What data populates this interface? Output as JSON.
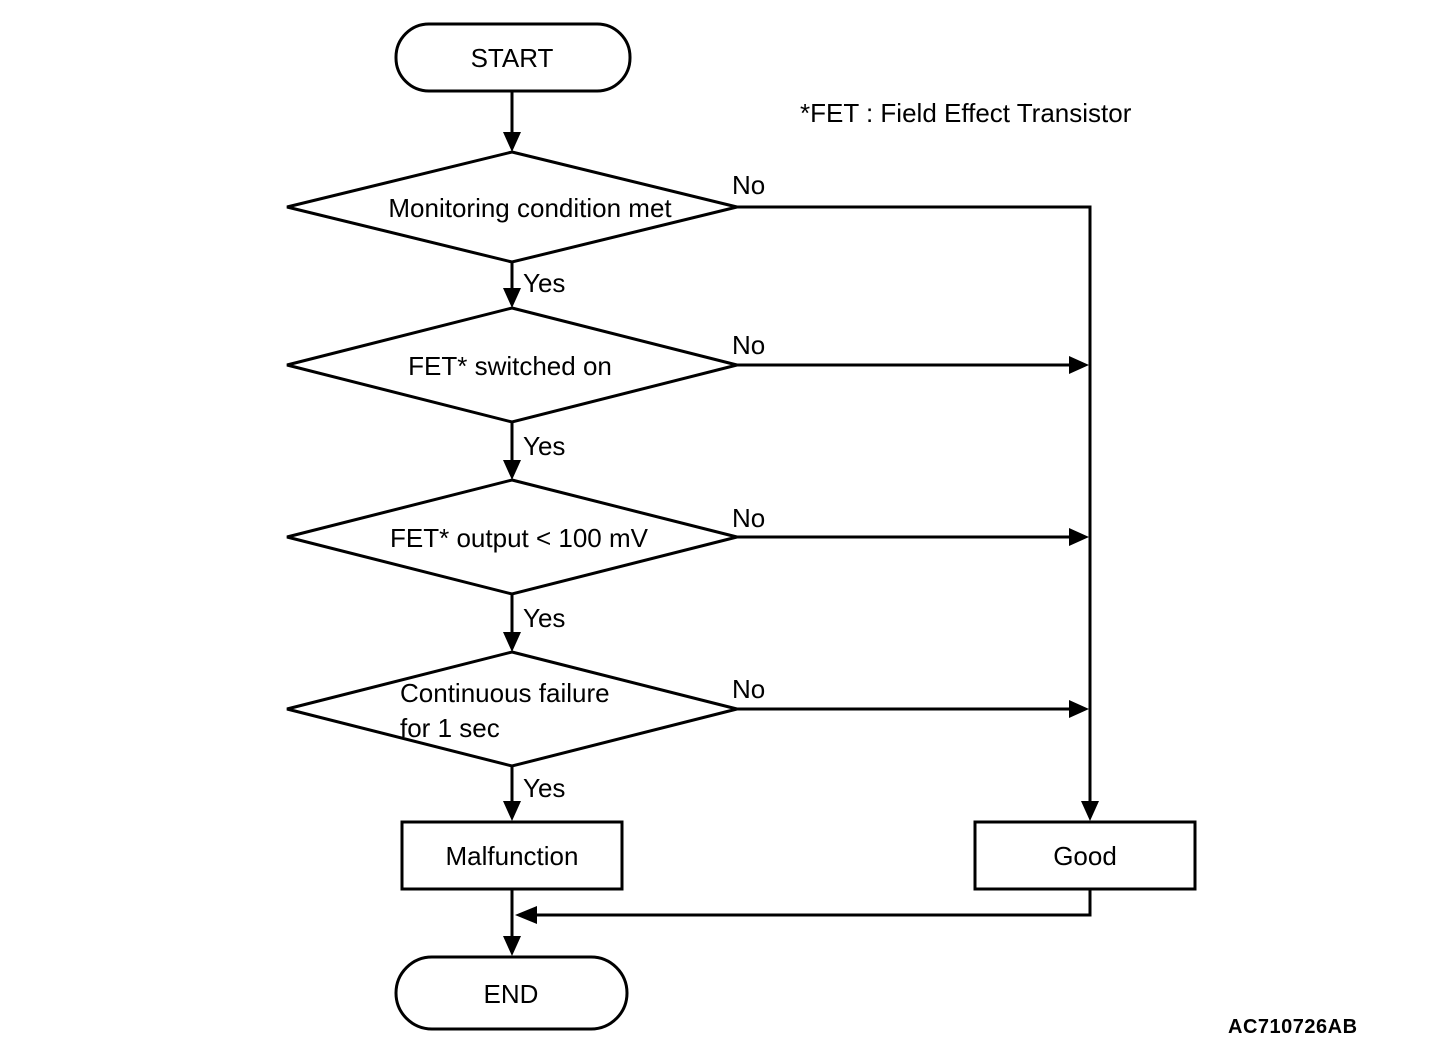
{
  "note": "*FET : Field Effect Transistor",
  "figure_code": "AC710726AB",
  "nodes": {
    "start": "START",
    "decision1": "Monitoring condition met",
    "decision2": "FET* switched on",
    "decision3": "FET* output < 100 mV",
    "decision4_line1": "Continuous failure",
    "decision4_line2": "for 1 sec",
    "malfunction": "Malfunction",
    "good": "Good",
    "end": "END"
  },
  "branch_labels": {
    "yes": "Yes",
    "no": "No"
  },
  "colors": {
    "line": "#000000",
    "background": "#ffffff"
  }
}
